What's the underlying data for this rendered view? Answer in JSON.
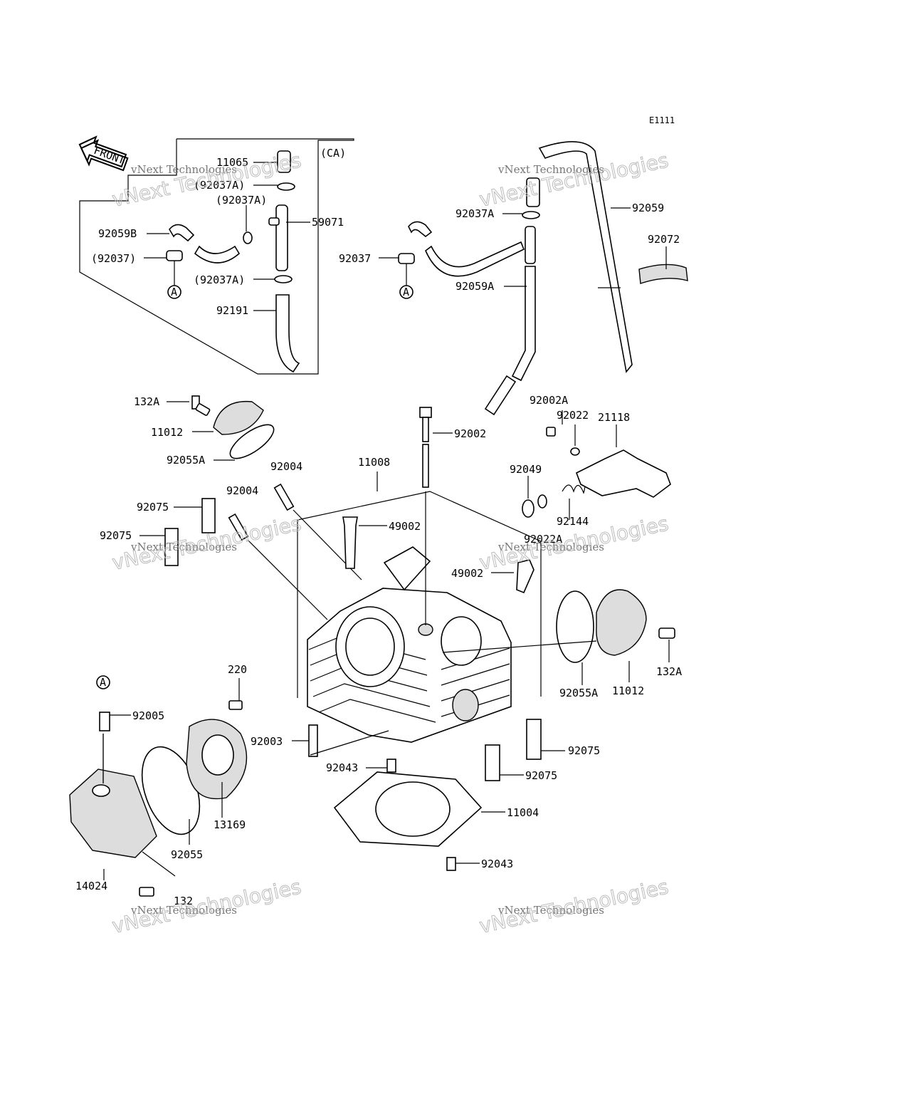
{
  "diagram_code": "E1111",
  "front_label": "FRONT",
  "ca_label": "(CA)",
  "callouts": [
    {
      "id": "11065",
      "text": "11065"
    },
    {
      "id": "92037A_ca_top",
      "text": "(92037A)"
    },
    {
      "id": "92037A_ca_mid",
      "text": "(92037A)"
    },
    {
      "id": "59071",
      "text": "59071"
    },
    {
      "id": "92059B",
      "text": "92059B"
    },
    {
      "id": "92037_ca",
      "text": "(92037)"
    },
    {
      "id": "92037A_ca_low",
      "text": "(92037A)"
    },
    {
      "id": "92191",
      "text": "92191"
    },
    {
      "id": "92037A_right",
      "text": "92037A"
    },
    {
      "id": "92059",
      "text": "92059"
    },
    {
      "id": "92072",
      "text": "92072"
    },
    {
      "id": "92037_right",
      "text": "92037"
    },
    {
      "id": "92059A",
      "text": "92059A"
    },
    {
      "id": "132A_top",
      "text": "132A"
    },
    {
      "id": "11012_top",
      "text": "11012"
    },
    {
      "id": "92055A_top",
      "text": "92055A"
    },
    {
      "id": "92002",
      "text": "92002"
    },
    {
      "id": "92002A",
      "text": "92002A"
    },
    {
      "id": "92022",
      "text": "92022"
    },
    {
      "id": "21118",
      "text": "21118"
    },
    {
      "id": "11008",
      "text": "11008"
    },
    {
      "id": "92004_a",
      "text": "92004"
    },
    {
      "id": "92004_b",
      "text": "92004"
    },
    {
      "id": "92049",
      "text": "92049"
    },
    {
      "id": "92075_a",
      "text": "92075"
    },
    {
      "id": "92075_b",
      "text": "92075"
    },
    {
      "id": "49002_a",
      "text": "49002"
    },
    {
      "id": "92144",
      "text": "92144"
    },
    {
      "id": "92022A",
      "text": "92022A"
    },
    {
      "id": "49002_b",
      "text": "49002"
    },
    {
      "id": "220",
      "text": "220"
    },
    {
      "id": "92005",
      "text": "92005"
    },
    {
      "id": "132A_right",
      "text": "132A"
    },
    {
      "id": "92055A_right",
      "text": "92055A"
    },
    {
      "id": "11012_right",
      "text": "11012"
    },
    {
      "id": "92003",
      "text": "92003"
    },
    {
      "id": "92075_c",
      "text": "92075"
    },
    {
      "id": "92043_a",
      "text": "92043"
    },
    {
      "id": "92075_d",
      "text": "92075"
    },
    {
      "id": "11004",
      "text": "11004"
    },
    {
      "id": "13169",
      "text": "13169"
    },
    {
      "id": "92055",
      "text": "92055"
    },
    {
      "id": "92043_b",
      "text": "92043"
    },
    {
      "id": "14024",
      "text": "14024"
    },
    {
      "id": "132",
      "text": "132"
    }
  ],
  "markers": [
    {
      "id": "A_ca",
      "text": "A"
    },
    {
      "id": "A_right",
      "text": "A"
    },
    {
      "id": "A_bottom",
      "text": "A"
    }
  ],
  "watermark": {
    "small": "vNext Technologies",
    "big": "vNext Technologies"
  }
}
